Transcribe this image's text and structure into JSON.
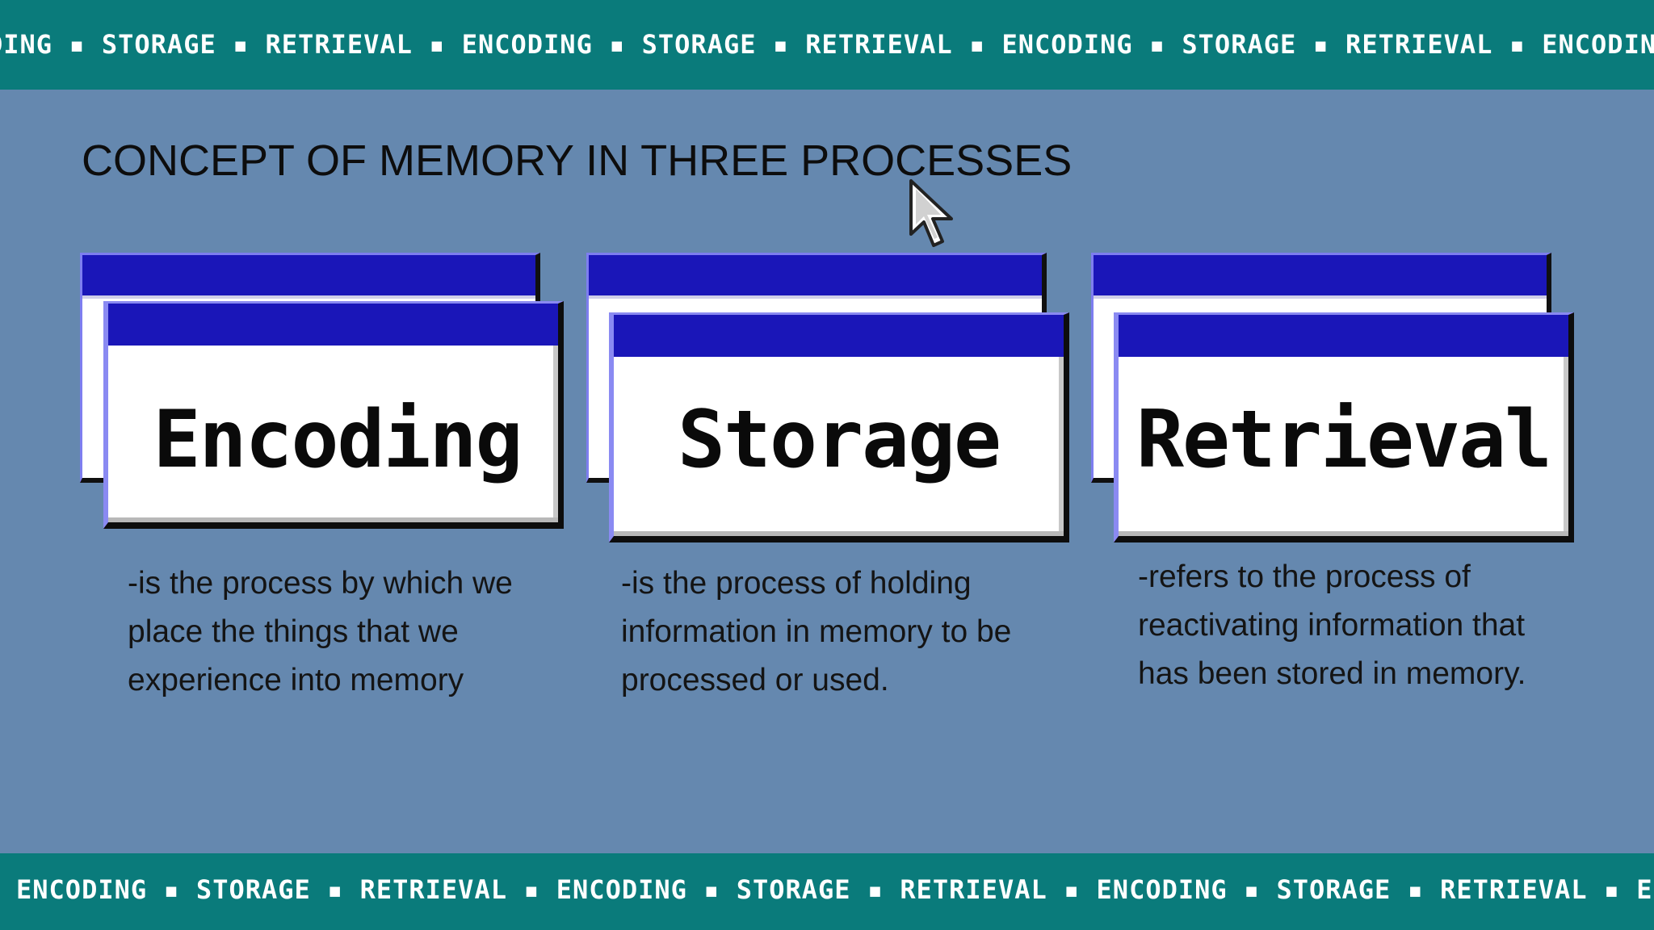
{
  "ticker": {
    "top_text": "DING ▪ STORAGE ▪ RETRIEVAL ▪ ENCODING ▪ STORAGE ▪ RETRIEVAL ▪ ENCODING ▪ STORAGE ▪ RETRIEVAL ▪ ENCODING ▪ STORAGE ▪ RET",
    "bottom_text": "ENCODING ▪ STORAGE ▪ RETRIEVAL ▪ ENCODING ▪ STORAGE ▪ RETRIEVAL ▪ ENCODING ▪ STORAGE ▪ RETRIEVAL ▪ ENCODING ▪ STORAGE"
  },
  "title": "CONCEPT OF MEMORY IN THREE PROCESSES",
  "cards": [
    {
      "label": "Encoding",
      "description": "-is the process by which we place the things that we experience into memory"
    },
    {
      "label": "Storage",
      "description": "-is the process of holding information in memory to be processed or used."
    },
    {
      "label": "Retrieval",
      "description": "-refers to the process of reactivating information that has been stored in memory."
    }
  ],
  "colors": {
    "background": "#6588af",
    "ticker": "#0a7b7b",
    "window_bar": "#1a16b8"
  },
  "icons": {
    "cursor": "mouse-pointer-icon"
  }
}
